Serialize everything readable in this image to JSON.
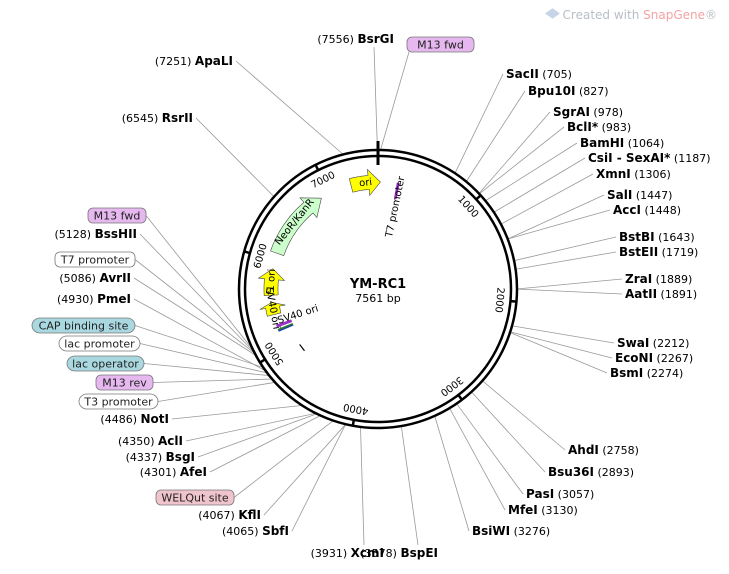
{
  "watermark": {
    "prefix": "Created with ",
    "brand": "SnapGene",
    "suffix": "®"
  },
  "plasmid": {
    "name": "YM-RC1",
    "length_text": "7561 bp",
    "length": 7561
  },
  "ticks": [
    "1000",
    "2000",
    "3000",
    "4000",
    "5000",
    "6000",
    "7000"
  ],
  "features": [
    {
      "label": "ori",
      "start": 7255,
      "end": 27,
      "color": "#ffff00"
    },
    {
      "label": "NeoR/KanR",
      "start": 6080,
      "end": 6890,
      "color": "#ccffcc"
    },
    {
      "label": "f1 ori",
      "start": 5600,
      "end": 5900,
      "color": "#ffff00"
    },
    {
      "label": "SV40 ori",
      "start": 5380,
      "end": 5520,
      "color": "#ffff00"
    }
  ],
  "inner_labels": [
    {
      "text": "T7 promoter",
      "pos": 250
    },
    {
      "text": "SV40 ori",
      "pos": 5300
    }
  ],
  "sites": [
    {
      "name": "BsrGI",
      "pos": "(7556)",
      "side": "left"
    },
    {
      "name": "ApaLI",
      "pos": "(7251)",
      "side": "left"
    },
    {
      "name": "RsrII",
      "pos": "(6545)",
      "side": "left"
    },
    {
      "name": "BssHII",
      "pos": "(5128)",
      "side": "left"
    },
    {
      "name": "AvrII",
      "pos": "(5086)",
      "side": "left"
    },
    {
      "name": "PmeI",
      "pos": "(4930)",
      "side": "left"
    },
    {
      "name": "NotI",
      "pos": "(4486)",
      "side": "left"
    },
    {
      "name": "AclI",
      "pos": "(4350)",
      "side": "left"
    },
    {
      "name": "BsgI",
      "pos": "(4337)",
      "side": "left"
    },
    {
      "name": "AfeI",
      "pos": "(4301)",
      "side": "left"
    },
    {
      "name": "KflI",
      "pos": "(4067)",
      "side": "left"
    },
    {
      "name": "SbfI",
      "pos": "(4065)",
      "side": "left"
    },
    {
      "name": "XcmI",
      "pos": "(3931)",
      "side": "left"
    },
    {
      "name": "SacII",
      "pos": "(705)",
      "side": "right"
    },
    {
      "name": "Bpu10I",
      "pos": "(827)",
      "side": "right"
    },
    {
      "name": "SgrAI",
      "pos": "(978)",
      "side": "right"
    },
    {
      "name": "BclI*",
      "pos": "(983)",
      "side": "right"
    },
    {
      "name": "BamHI",
      "pos": "(1064)",
      "side": "right"
    },
    {
      "name": "CsiI - SexAI*",
      "pos": "(1187)",
      "side": "right"
    },
    {
      "name": "XmnI",
      "pos": "(1306)",
      "side": "right"
    },
    {
      "name": "SalI",
      "pos": "(1447)",
      "side": "right"
    },
    {
      "name": "AccI",
      "pos": "(1448)",
      "side": "right"
    },
    {
      "name": "BstBI",
      "pos": "(1643)",
      "side": "right"
    },
    {
      "name": "BstEII",
      "pos": "(1719)",
      "side": "right"
    },
    {
      "name": "ZraI",
      "pos": "(1889)",
      "side": "right"
    },
    {
      "name": "AatII",
      "pos": "(1891)",
      "side": "right"
    },
    {
      "name": "SwaI",
      "pos": "(2212)",
      "side": "right"
    },
    {
      "name": "EcoNI",
      "pos": "(2267)",
      "side": "right"
    },
    {
      "name": "BsmI",
      "pos": "(2274)",
      "side": "right"
    },
    {
      "name": "AhdI",
      "pos": "(2758)",
      "side": "right"
    },
    {
      "name": "Bsu36I",
      "pos": "(2893)",
      "side": "right"
    },
    {
      "name": "PasI",
      "pos": "(3057)",
      "side": "right"
    },
    {
      "name": "MfeI",
      "pos": "(3130)",
      "side": "right"
    },
    {
      "name": "BsiWI",
      "pos": "(3276)",
      "side": "right"
    },
    {
      "name": "BspEI",
      "pos": "(3578)",
      "side": "right"
    }
  ],
  "boxes": [
    {
      "text": "M13 fwd",
      "fill": "#e7b8f0"
    },
    {
      "text": "M13 fwd",
      "fill": "#e7b8f0"
    },
    {
      "text": "T7 promoter",
      "fill": "#ffffff"
    },
    {
      "text": "CAP binding site",
      "fill": "#a9d8e0"
    },
    {
      "text": "lac promoter",
      "fill": "#ffffff"
    },
    {
      "text": "lac operator",
      "fill": "#a9d8e0"
    },
    {
      "text": "M13 rev",
      "fill": "#e7b8f0"
    },
    {
      "text": "T3 promoter",
      "fill": "#ffffff"
    },
    {
      "text": "WELQut site",
      "fill": "#f0c4cc"
    }
  ]
}
